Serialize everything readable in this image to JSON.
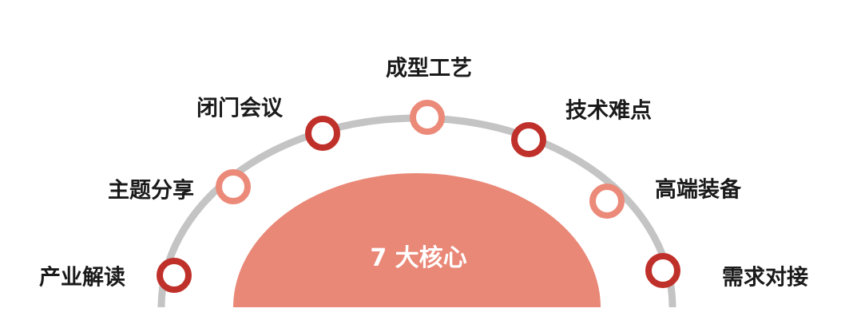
{
  "center": {
    "title": "7 大核心"
  },
  "nodes": [
    {
      "label": "产业解读",
      "style": "dark"
    },
    {
      "label": "主题分享",
      "style": "light"
    },
    {
      "label": "闭门会议",
      "style": "dark"
    },
    {
      "label": "成型工艺",
      "style": "light"
    },
    {
      "label": "技术难点",
      "style": "dark"
    },
    {
      "label": "高端装备",
      "style": "light"
    },
    {
      "label": "需求对接",
      "style": "dark"
    }
  ],
  "colors": {
    "arc": "#c4c4c4",
    "dome": "#e98877",
    "node_dark": "#c0302a",
    "node_light": "#ec8a7a",
    "node_fill": "#ffffff",
    "label_text": "#1a1a1a",
    "center_text": "#ffffff"
  }
}
